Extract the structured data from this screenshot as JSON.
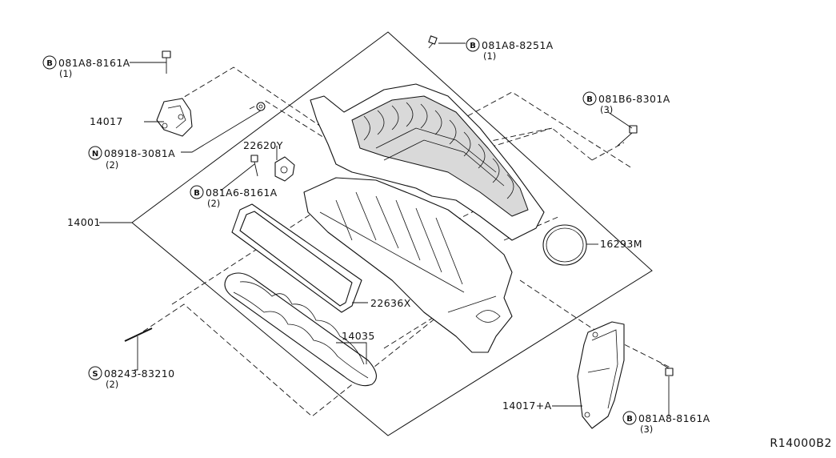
{
  "diagram": {
    "callouts": {
      "bolt_top_left": {
        "prefix": "B",
        "part": "081A8-8161A",
        "qty": "(1)"
      },
      "bolt_top_mid": {
        "prefix": "B",
        "part": "081A8-8251A",
        "qty": "(1)"
      },
      "bolt_top_right": {
        "prefix": "B",
        "part": "081B6-8301A",
        "qty": "(3)"
      },
      "nut_left": {
        "prefix": "N",
        "part": "08918-3081A",
        "qty": "(2)"
      },
      "bolt_mid_left": {
        "prefix": "B",
        "part": "081A6-8161A",
        "qty": "(2)"
      },
      "stud_bottom_left": {
        "prefix": "S",
        "part": "08243-83210",
        "qty": "(2)"
      },
      "bolt_bottom_right": {
        "prefix": "B",
        "part": "081A8-8161A",
        "qty": "(3)"
      }
    },
    "parts": {
      "bracket_upper": "14017",
      "sensor": "22620Y",
      "manifold": "14001",
      "throttle_gasket": "16293M",
      "gasket_upper": "22636X",
      "gasket_lower": "14035",
      "bracket_lower": "14017+A"
    },
    "diagram_code": "R14000B2"
  }
}
